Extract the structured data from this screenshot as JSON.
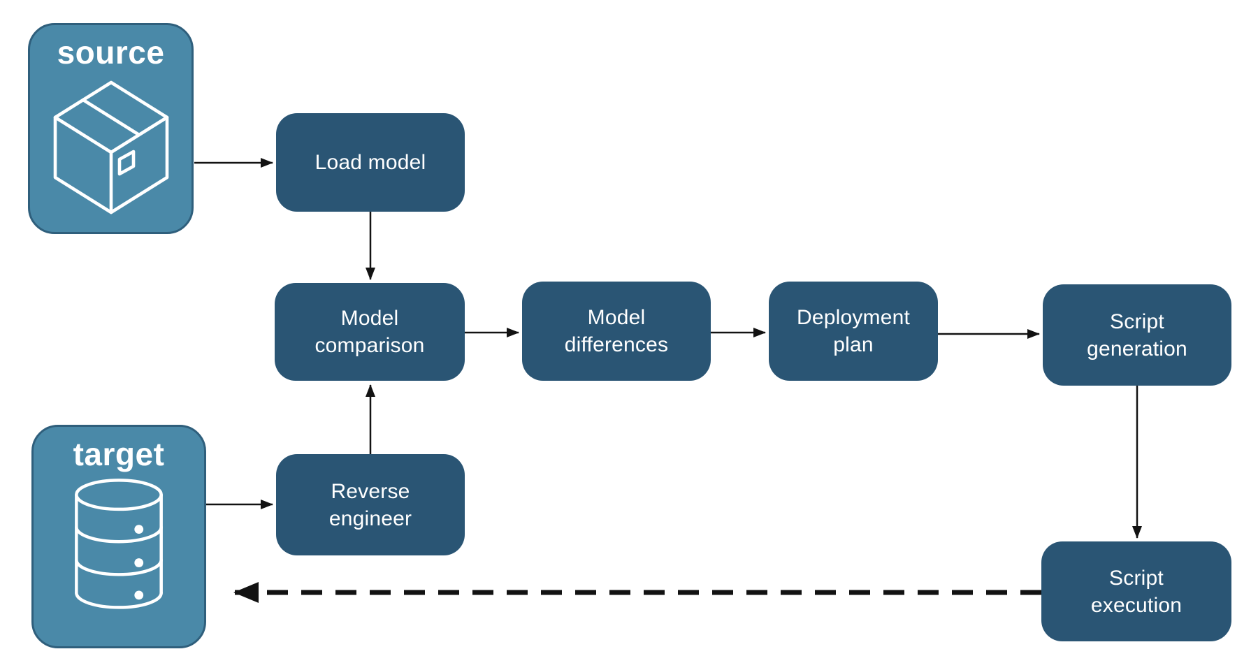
{
  "diagram": {
    "background": "#ffffff",
    "endpoints": [
      {
        "id": "source",
        "label": "source",
        "icon": "package-icon"
      },
      {
        "id": "target",
        "label": "target",
        "icon": "database-icon"
      }
    ],
    "nodes": [
      {
        "id": "load-model",
        "label": "Load model"
      },
      {
        "id": "model-comparison",
        "label": "Model comparison"
      },
      {
        "id": "model-differences",
        "label": "Model differences"
      },
      {
        "id": "deployment-plan",
        "label": "Deployment plan"
      },
      {
        "id": "script-generation",
        "label": "Script generation"
      },
      {
        "id": "reverse-engineer",
        "label": "Reverse engineer"
      },
      {
        "id": "script-execution",
        "label": "Script execution"
      }
    ],
    "edges": [
      {
        "from": "source",
        "to": "load-model",
        "style": "solid"
      },
      {
        "from": "load-model",
        "to": "model-comparison",
        "style": "solid"
      },
      {
        "from": "model-comparison",
        "to": "model-differences",
        "style": "solid"
      },
      {
        "from": "model-differences",
        "to": "deployment-plan",
        "style": "solid"
      },
      {
        "from": "deployment-plan",
        "to": "script-generation",
        "style": "solid"
      },
      {
        "from": "script-generation",
        "to": "script-execution",
        "style": "solid"
      },
      {
        "from": "target",
        "to": "reverse-engineer",
        "style": "solid"
      },
      {
        "from": "reverse-engineer",
        "to": "model-comparison",
        "style": "solid"
      },
      {
        "from": "script-execution",
        "to": "target",
        "style": "dashed"
      }
    ],
    "colors": {
      "node_fill": "#2a5574",
      "endpoint_fill": "#4a89a8",
      "endpoint_border": "#2f5f7c",
      "arrow": "#121212",
      "label_text": "#ffffff"
    }
  }
}
